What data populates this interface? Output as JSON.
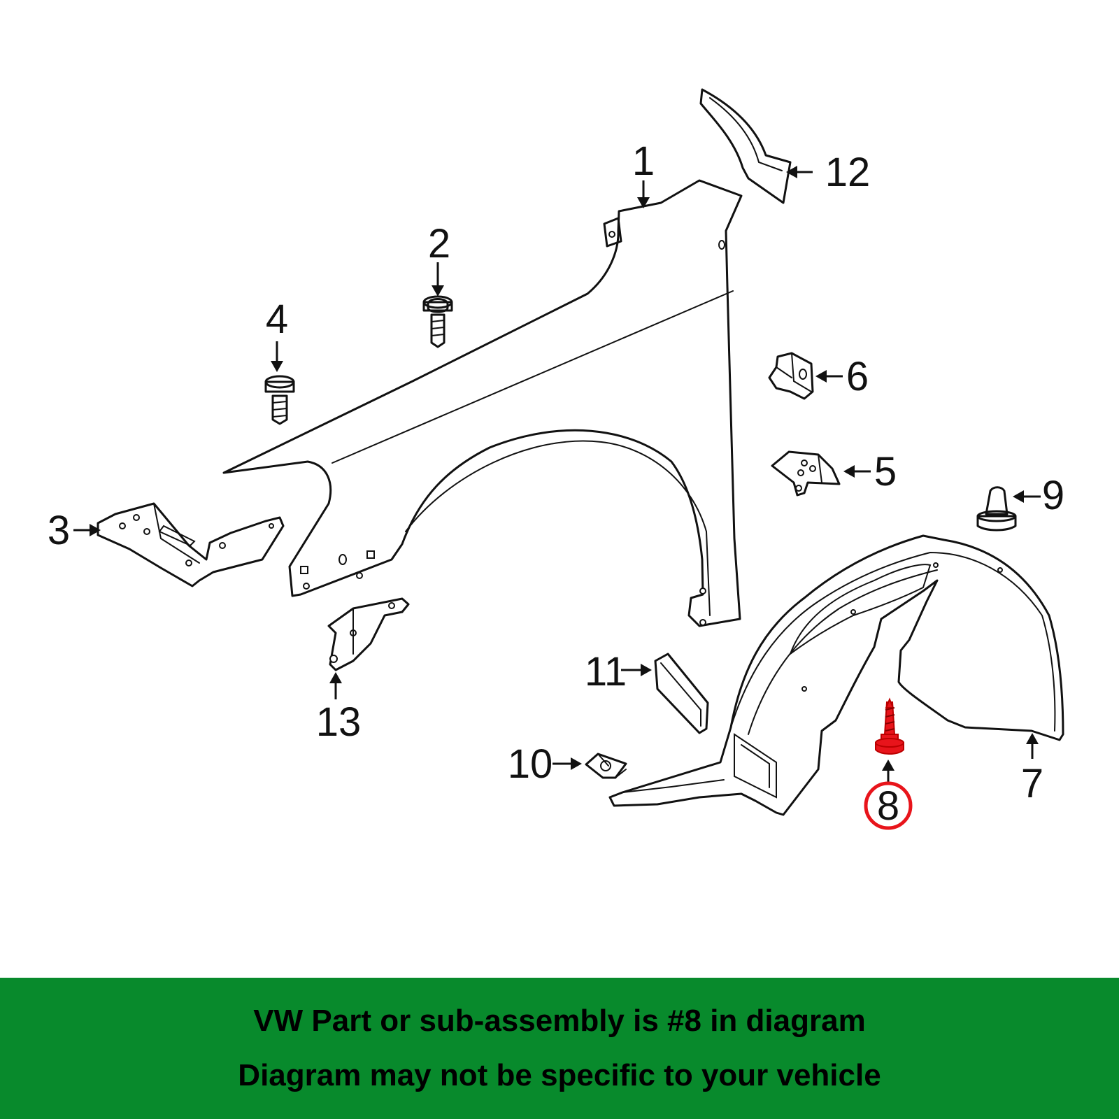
{
  "callouts": [
    {
      "id": "1",
      "label": "1"
    },
    {
      "id": "2",
      "label": "2"
    },
    {
      "id": "3",
      "label": "3"
    },
    {
      "id": "4",
      "label": "4"
    },
    {
      "id": "5",
      "label": "5"
    },
    {
      "id": "6",
      "label": "6"
    },
    {
      "id": "7",
      "label": "7"
    },
    {
      "id": "8",
      "label": "8"
    },
    {
      "id": "9",
      "label": "9"
    },
    {
      "id": "10",
      "label": "10"
    },
    {
      "id": "11",
      "label": "11"
    },
    {
      "id": "12",
      "label": "12"
    },
    {
      "id": "13",
      "label": "13"
    }
  ],
  "highlight": {
    "callout": "8",
    "color": "#e8141b"
  },
  "banner": {
    "background": "#088a2c",
    "line1": "VW Part or sub-assembly is #8 in diagram",
    "line2": "Diagram may not be specific to your vehicle"
  }
}
